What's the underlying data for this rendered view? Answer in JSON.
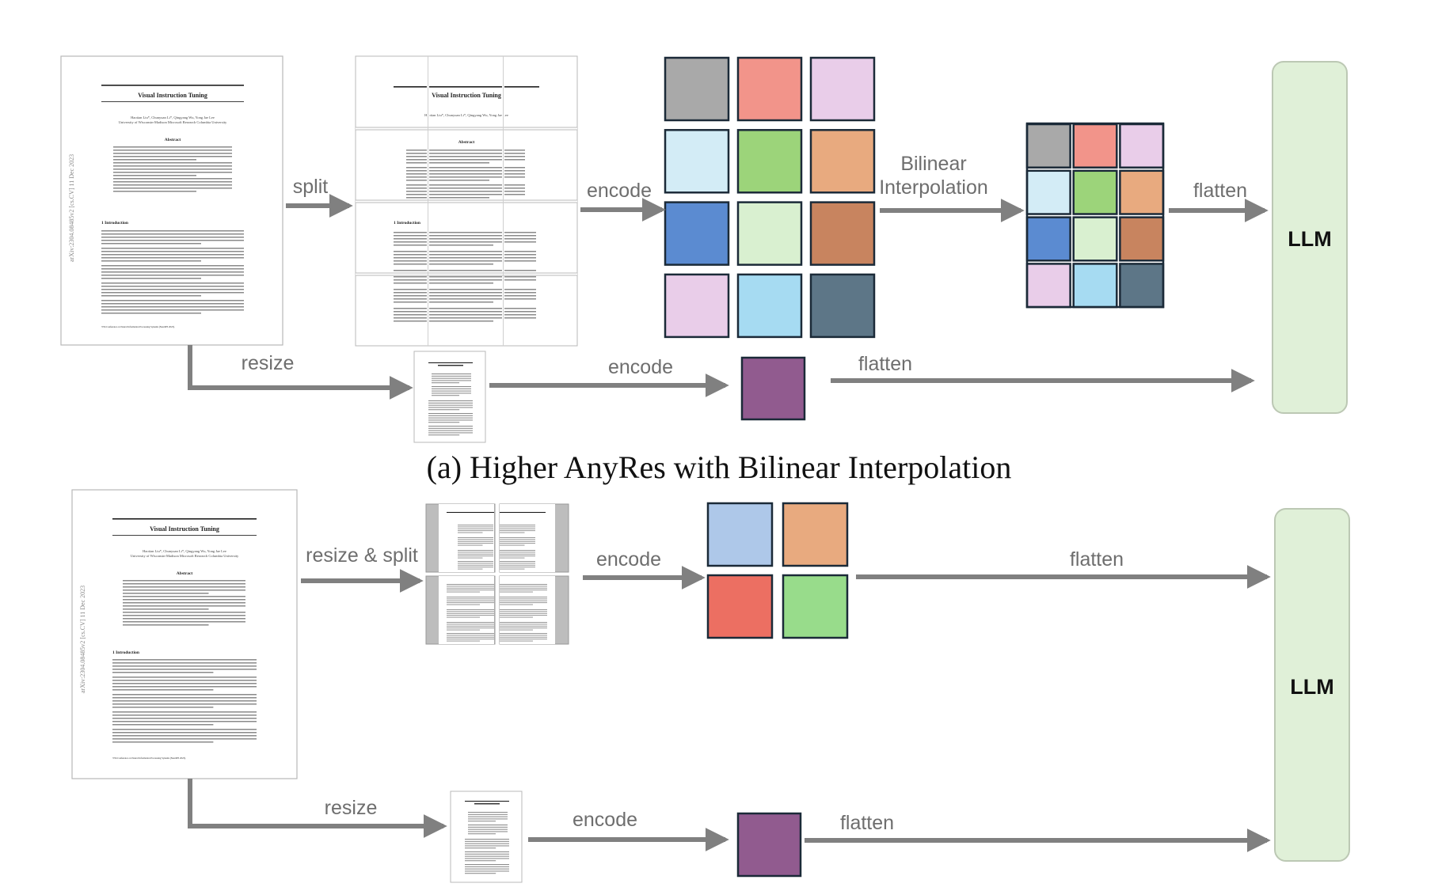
{
  "document": {
    "title": "Visual Instruction Tuning",
    "authors": "Haotian Liu*, Chunyuan Li*, Qingyang Wu, Yong Jae Lee",
    "affiliations": "University of Wisconsin-Madison   Microsoft Research   Columbia University",
    "abstract_heading": "Abstract",
    "intro_heading": "1   Introduction",
    "arxiv_id": "arXiv:2304.08485v2 [cs.CV] 11 Dec 2023",
    "footer": "37th Conference on Neural Information Processing Systems (NeurIPS 2023)."
  },
  "panel_a": {
    "caption": "(a) Higher AnyRes with Bilinear Interpolation",
    "split_label": "split",
    "encode_label": "encode",
    "interp_label_line1": "Bilinear",
    "interp_label_line2": "Interpolation",
    "flatten_label": "flatten",
    "resize_label": "resize",
    "encode2_label": "encode",
    "flatten2_label": "flatten",
    "llm_label": "LLM",
    "grid_colors": [
      "#a9a9a9",
      "#f2948a",
      "#e9cde9",
      "#d3ecf6",
      "#9cd47a",
      "#e8aa7f",
      "#5b8bd1",
      "#d9f0d0",
      "#c8845f",
      "#e9cde9",
      "#a6dbf2",
      "#5d7687"
    ],
    "small_grid_colors": [
      "#a9a9a9",
      "#f2948a",
      "#e9cde9",
      "#d3ecf6",
      "#9cd47a",
      "#e8aa7f",
      "#5b8bd1",
      "#d9f0d0",
      "#c8845f",
      "#e9cde9",
      "#a6dbf2",
      "#5d7687"
    ],
    "global_color": "#915b8f"
  },
  "panel_b": {
    "resize_split_label": "resize & split",
    "encode_label": "encode",
    "flatten_label": "flatten",
    "resize_label": "resize",
    "encode2_label": "encode",
    "flatten2_label": "flatten",
    "llm_label": "LLM",
    "grid_colors": [
      "#aec8e9",
      "#e8aa7f",
      "#ec6f62",
      "#98dc8b"
    ],
    "global_color": "#915b8f"
  },
  "colors": {
    "arrow": "#808080",
    "llm_fill": "#e0f0d8",
    "llm_stroke": "#bcc8b4",
    "tile_stroke": "#1b2a38"
  }
}
